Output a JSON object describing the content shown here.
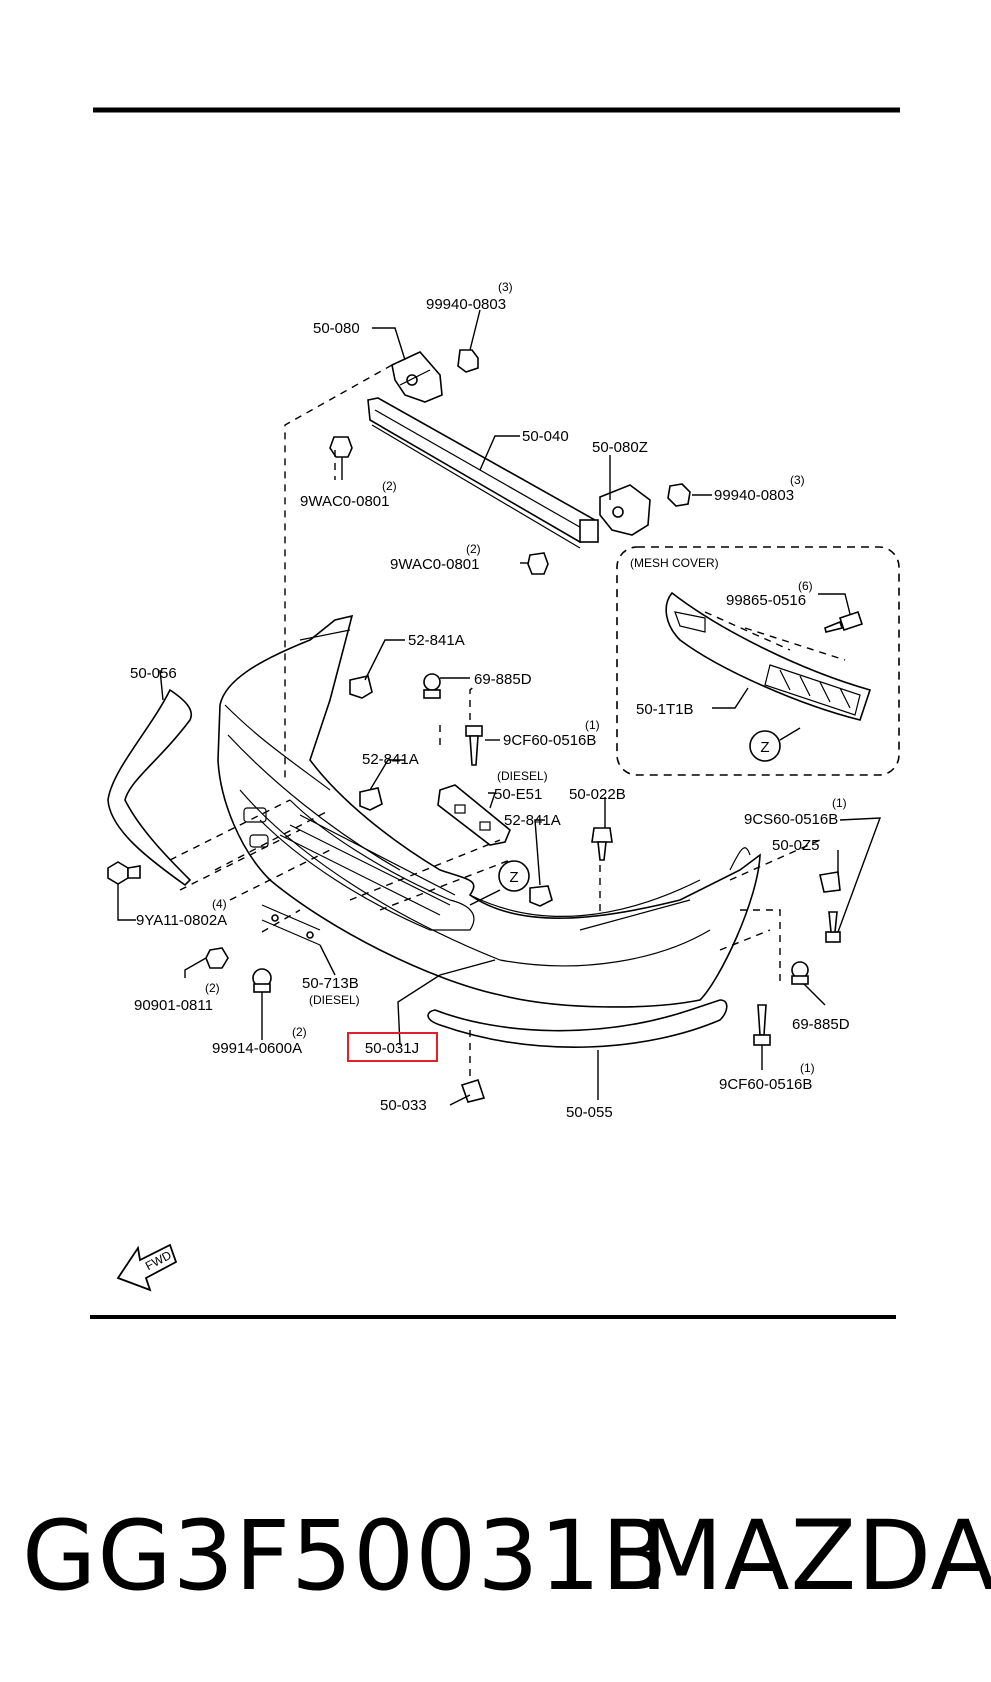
{
  "diagram": {
    "callouts": {
      "p50080": "50-080",
      "p99940_top": "99940-0803",
      "q3_top": "(3)",
      "p50040": "50-040",
      "p50080Z": "50-080Z",
      "p99940_right": "99940-0803",
      "q3_right": "(3)",
      "p9WAC0_top": "9WAC0-0801",
      "q2_top": "(2)",
      "p9WAC0_mid": "9WAC0-0801",
      "q2_mid": "(2)",
      "p52841A_1": "52-841A",
      "p69885D_top": "69-885D",
      "p50056": "50-056",
      "p9CF60_top": "9CF60-0516B",
      "q1_9cf_top": "(1)",
      "p52841A_2": "52-841A",
      "diesel_top": "(DIESEL)",
      "p50E51": "50-E51",
      "p50022B": "50-022B",
      "p52841A_3": "52-841A",
      "p9CS60": "9CS60-0516B",
      "q1_9cs": "(1)",
      "p500Z5": "50-0Z5",
      "p9YA11": "9YA11-0802A",
      "q4": "(4)",
      "p90901": "90901-0811",
      "q2_909": "(2)",
      "p50713B": "50-713B",
      "diesel_bottom": "(DIESEL)",
      "p99914": "99914-0600A",
      "q2_999": "(2)",
      "p50031J": "50-031J",
      "p69885D_bottom": "69-885D",
      "p9CF60_bottom": "9CF60-0516B",
      "q1_9cf_bottom": "(1)",
      "p50033": "50-033",
      "p50055": "50-055",
      "z_main": "Z",
      "z_inset": "Z"
    },
    "mesh_cover": {
      "title": "(MESH COVER)",
      "p99865": "99865-0516",
      "q6": "(6)",
      "p501T1B": "50-1T1B"
    },
    "fwd_label": "FWD",
    "highlight_color": "#e0202a"
  },
  "caption": {
    "part_number": "GG3F50031B",
    "brand": "MAZDA"
  }
}
